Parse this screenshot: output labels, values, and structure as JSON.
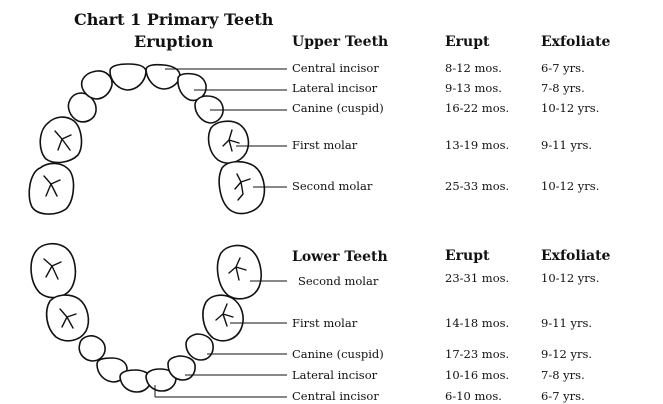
{
  "chart": {
    "title": "Chart 1 Primary Teeth",
    "subtitle": "Eruption"
  },
  "upper": {
    "section_label": "Upper Teeth",
    "erupt_header": "Erupt",
    "exfoliate_header": "Exfoliate",
    "rows": [
      {
        "tooth": "Central incisor",
        "erupt": "8-12 mos.",
        "exfoliate": "6-7 yrs."
      },
      {
        "tooth": "Lateral incisor",
        "erupt": "9-13 mos.",
        "exfoliate": "7-8 yrs."
      },
      {
        "tooth": "Canine (cuspid)",
        "erupt": "16-22 mos.",
        "exfoliate": "10-12 yrs."
      },
      {
        "tooth": "First molar",
        "erupt": "13-19 mos.",
        "exfoliate": "9-11 yrs."
      },
      {
        "tooth": "Second molar",
        "erupt": "25-33 mos.",
        "exfoliate": "10-12 yrs."
      }
    ]
  },
  "lower": {
    "section_label": "Lower Teeth",
    "erupt_header": "Erupt",
    "exfoliate_header": "Exfoliate",
    "rows": [
      {
        "tooth": "Second molar",
        "erupt": "23-31 mos.",
        "exfoliate": "10-12 yrs."
      },
      {
        "tooth": "First molar",
        "erupt": "14-18 mos.",
        "exfoliate": "9-11 yrs."
      },
      {
        "tooth": "Canine (cuspid)",
        "erupt": "17-23 mos.",
        "exfoliate": "9-12 yrs."
      },
      {
        "tooth": "Lateral incisor",
        "erupt": "10-16 mos.",
        "exfoliate": "7-8 yrs."
      },
      {
        "tooth": "Central incisor",
        "erupt": "6-10 mos.",
        "exfoliate": "6-7 yrs."
      }
    ]
  }
}
